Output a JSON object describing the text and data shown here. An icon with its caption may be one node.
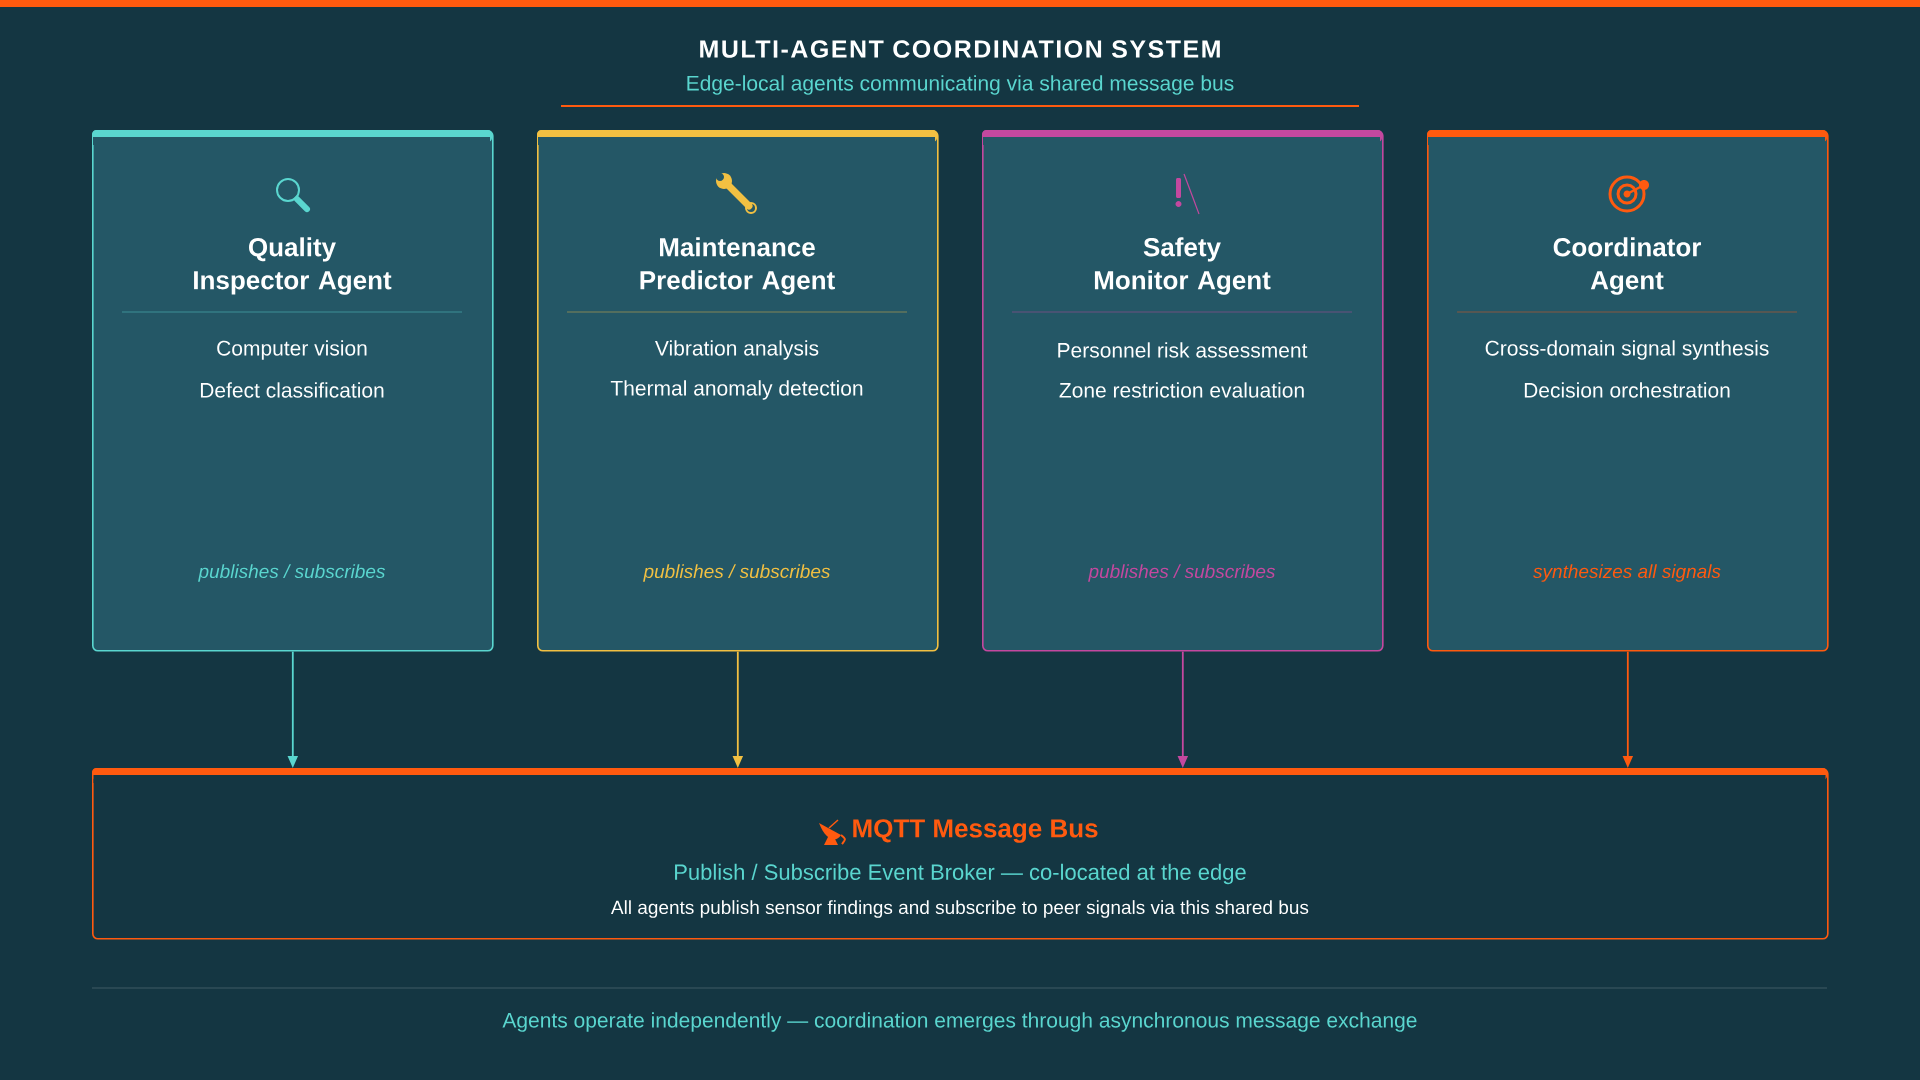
{
  "diagram": {
    "title": "MULTI-AGENT COORDINATION SYSTEM",
    "caption": "Agents operate independently — coordination emerges through asynchronous message exchange",
    "nodes": [
      {
        "text": [
          "Quality Inspector Agent",
          "Computer vision",
          "Defect classification",
          "publishes / subscribes"
        ]
      },
      {
        "text": [
          "Maintenance Predictor Agent",
          "Vibration analysis",
          "Thermal anomaly detection",
          "publishes / subscribes"
        ]
      },
      {
        "text": [
          "Safety Monitor Agent",
          "Personnel risk assessment",
          "Zone restriction evaluation",
          "publishes / subscribes"
        ]
      },
      {
        "text": [
          "Coordinator Agent",
          "Cross-domain signal synthesis",
          "Decision orchestration",
          "synthesizes all signals"
        ]
      },
      {
        "text": [
          "MQTT Message Bus",
          "Publish / Subscribe Event Broker — co-located at the edge",
          "All agents publish sensor findings and subscribe to peer signals via this shared bus"
        ]
      }
    ],
    "edges": [
      {
        "from": 0,
        "to": 4,
        "arrow": "to",
        "color": "#5ad6cf"
      },
      {
        "from": 1,
        "to": 4,
        "arrow": "to",
        "color": "#f2c042"
      },
      {
        "from": 2,
        "to": 4,
        "arrow": "to",
        "color": "#c4489f"
      },
      {
        "from": 3,
        "to": 4,
        "arrow": "to",
        "color": "#ff5a0f"
      }
    ],
    "labels": [
      "Edge-local agents communicating via shared message bus"
    ]
  }
}
